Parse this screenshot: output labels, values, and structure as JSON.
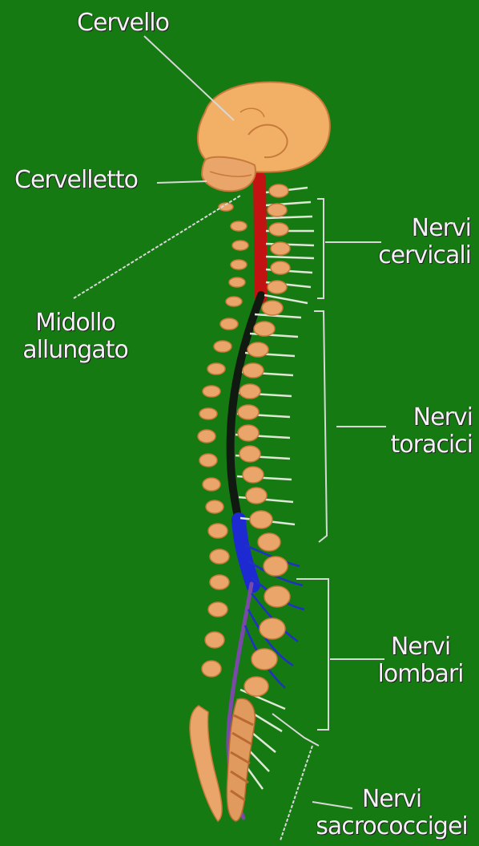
{
  "labels": {
    "cervello": "Cervello",
    "cervelletto": "Cervelletto",
    "midollo": [
      "Midollo",
      "allungato"
    ],
    "cervicali": [
      "Nervi",
      "cervicali"
    ],
    "toracici": [
      "Nervi",
      "toracici"
    ],
    "lombari": [
      "Nervi",
      "lombari"
    ],
    "sacro": [
      "Nervi",
      "sacrococcigei"
    ]
  },
  "colors": {
    "background": "#157a11",
    "bone": "#eaa56a",
    "bone_outline": "#c77a3a",
    "brain": "#f2b066",
    "cord_cervical": "#c31212",
    "cord_thoracic": "#101a10",
    "cord_lumbar": "#1d2ad1",
    "cord_sacral": "#7b4aa8",
    "nerve_light": "#dfe8d6",
    "nerve_lumbar": "#2030c8",
    "leader_line": "#d8d8d8"
  }
}
